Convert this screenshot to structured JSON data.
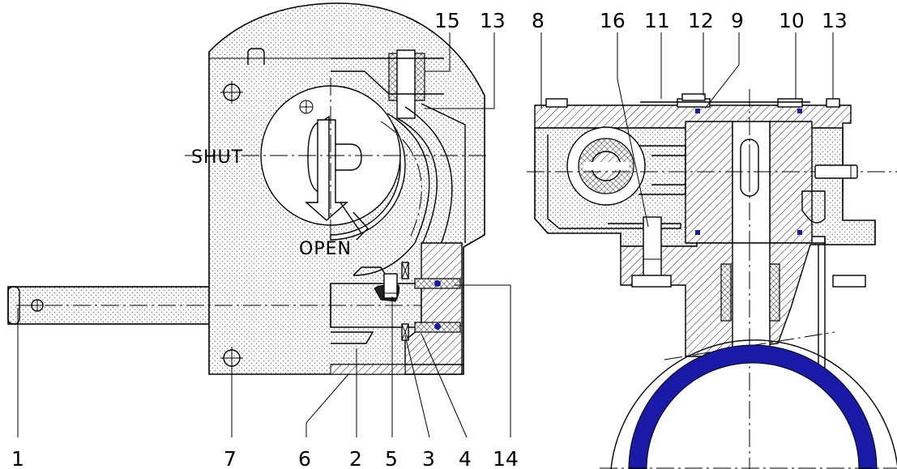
{
  "labels": {
    "shut": "SHUT",
    "open": "OPEN"
  },
  "callouts_bottom": [
    "1",
    "7",
    "6",
    "2",
    "5",
    "3",
    "4",
    "14"
  ],
  "callouts_top": [
    "15",
    "13",
    "8",
    "16",
    "11",
    "12",
    "9",
    "10",
    "13"
  ],
  "colors": {
    "seal_blue": "#1a1aa8",
    "line": "#000000",
    "dots": "#777777"
  }
}
